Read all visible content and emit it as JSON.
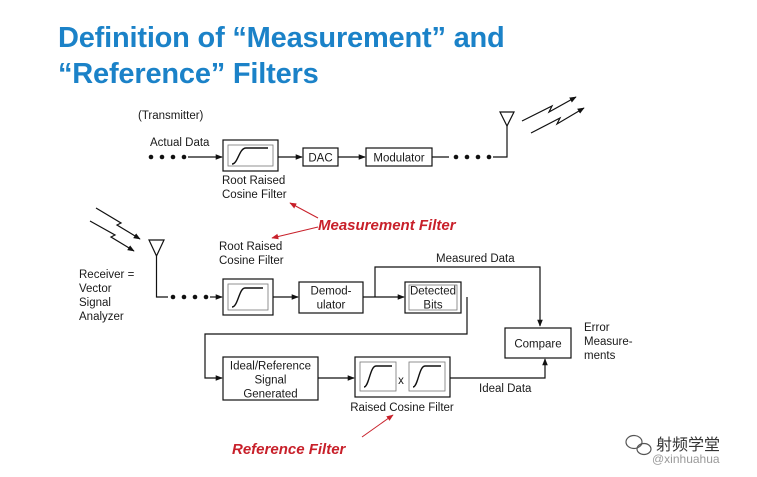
{
  "title": {
    "line1": "Definition of “Measurement” and",
    "line2": "“Reference”  Filters"
  },
  "transmitter": {
    "caption": "(Transmitter)",
    "actual_data": "Actual Data",
    "dac": "DAC",
    "modulator": "Modulator",
    "filter_label_1": "Root Raised",
    "filter_label_2": "Cosine Filter"
  },
  "measurement_filter": "Measurement Filter",
  "receiver": {
    "label_lines": [
      "Receiver =",
      "Vector",
      "Signal",
      "Analyzer"
    ],
    "filter_label_1": "Root Raised",
    "filter_label_2": "Cosine Filter",
    "demod_1": "Demod-",
    "demod_2": "ulator",
    "detected_1": "Detected",
    "detected_2": "Bits",
    "measured_data": "Measured Data",
    "compare": "Compare",
    "error_lines": [
      "Error",
      "Measure-",
      "ments"
    ]
  },
  "reference": {
    "gen_lines": [
      "Ideal/Reference",
      "Signal",
      "Generated"
    ],
    "multiply": "x",
    "raised_cosine": "Raised Cosine Filter",
    "ideal_data": "Ideal Data"
  },
  "reference_filter": "Reference Filter",
  "watermark": {
    "name": "射频学堂",
    "handle": "@xinhuahua",
    "icon": "wechat-icon"
  },
  "colors": {
    "title": "#1b82c8",
    "annotation": "#c8202a"
  }
}
